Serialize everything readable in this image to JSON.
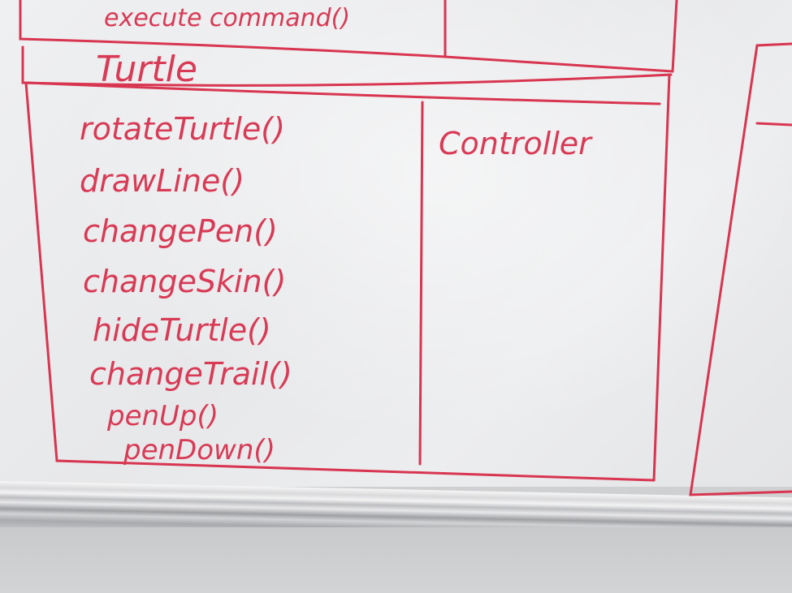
{
  "whiteboard": {
    "top_method": "execute command()",
    "class_name": "Turtle",
    "methods": [
      "rotateTurtle()",
      "drawLine()",
      "changePen()",
      "changeSkin()",
      "hideTurtle()",
      "changeTrail()",
      "penUp()",
      "penDown()"
    ],
    "collaborator": "Controller"
  },
  "colors": {
    "marker": "#d83550",
    "board": "#eceef0"
  }
}
